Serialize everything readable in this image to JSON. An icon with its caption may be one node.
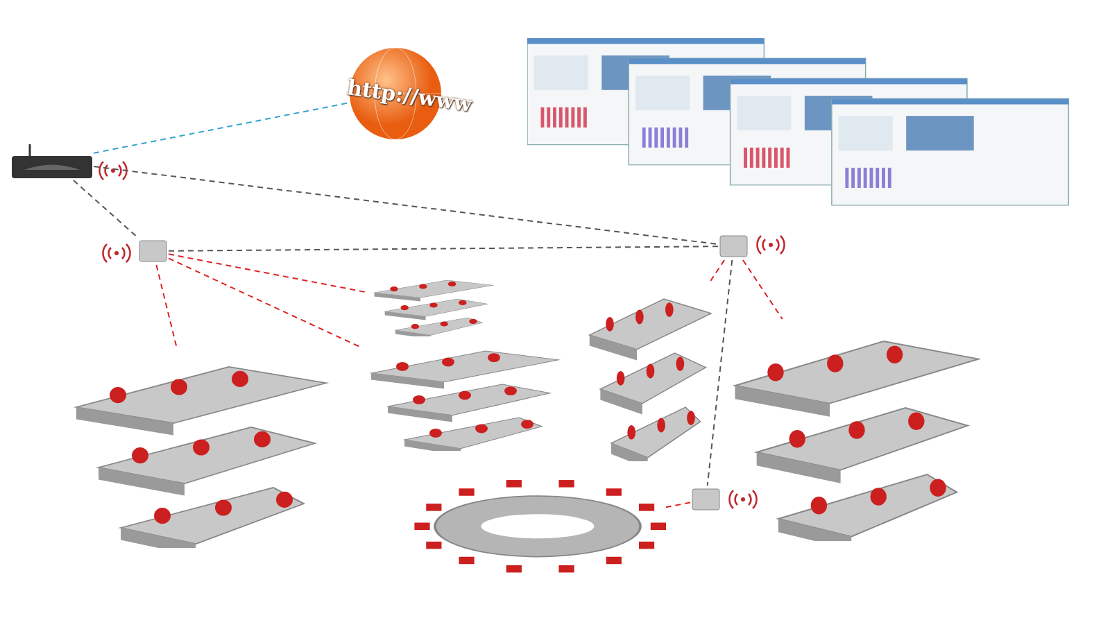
{
  "diagram": {
    "nodes": [
      {
        "text": [],
        "shape": "picture"
      },
      {
        "text": [
          "http://www"
        ]
      },
      {
        "text": [],
        "shape": "picture"
      },
      {
        "text": [],
        "shape": "box"
      },
      {
        "text": [],
        "shape": "box"
      },
      {
        "text": [],
        "shape": "box"
      },
      {
        "text": [],
        "shape": "picture"
      },
      {
        "text": [],
        "shape": "picture"
      },
      {
        "text": [],
        "shape": "picture"
      },
      {
        "text": [],
        "shape": "picture"
      },
      {
        "text": [],
        "shape": "picture"
      },
      {
        "text": [],
        "shape": "picture"
      }
    ],
    "edges": [
      {
        "from": 0,
        "to": 1,
        "arrow": "none",
        "style": "dashed",
        "color": "#33a3cc"
      },
      {
        "from": 0,
        "to": 4,
        "arrow": "none",
        "style": "dashed",
        "color": "#555555"
      },
      {
        "from": 0,
        "to": 3,
        "arrow": "none",
        "style": "dashed",
        "color": "#555555"
      },
      {
        "from": 3,
        "to": 4,
        "arrow": "none",
        "style": "dashed",
        "color": "#555555"
      },
      {
        "from": 4,
        "to": 5,
        "arrow": "none",
        "style": "dashed",
        "color": "#555555"
      },
      {
        "from": 3,
        "to": 6,
        "arrow": "none",
        "style": "dashed"
      },
      {
        "from": 3,
        "to": 7,
        "arrow": "none",
        "style": "dashed"
      },
      {
        "from": 3,
        "to": 8,
        "arrow": "none",
        "style": "dashed"
      },
      {
        "from": 4,
        "to": 9,
        "arrow": "none",
        "style": "dashed"
      },
      {
        "from": 4,
        "to": 10,
        "arrow": "none",
        "style": "dashed"
      },
      {
        "from": 5,
        "to": 11,
        "arrow": "none",
        "style": "dashed"
      }
    ]
  }
}
